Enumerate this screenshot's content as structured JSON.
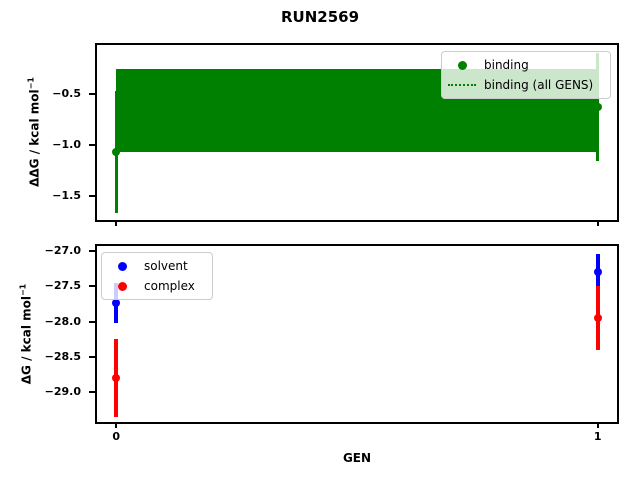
{
  "title": "RUN2569",
  "labels": {
    "top_ylabel_main": "ΔΔG / kcal mol",
    "bottom_ylabel_main": "ΔG / kcal mol",
    "ylabel_sup": "−1",
    "xlabel": "GEN"
  },
  "colors": {
    "binding": "#008000",
    "solvent": "#0000ff",
    "complex": "#ff0000",
    "axis": "#000000",
    "legend_edge": "#cccccc",
    "background": "#ffffff"
  },
  "chart_data": [
    {
      "type": "scatter",
      "subplot": "top",
      "title": "RUN2569",
      "ylabel": "ΔΔG / kcal mol⁻¹",
      "xlabel": "",
      "x": [
        0,
        1
      ],
      "xlim": [
        -0.04,
        1.04
      ],
      "ylim": [
        -1.74,
        -0.02
      ],
      "grid": false,
      "legend_position": "upper right",
      "series": [
        {
          "name": "binding",
          "color": "#008000",
          "marker": "circle",
          "lw": 3,
          "values": [
            -1.07,
            -0.63
          ],
          "errors": [
            0.6,
            0.53
          ]
        },
        {
          "name": "binding (all GENS)",
          "color": "#008000",
          "style": "dotted",
          "center": -0.67,
          "band": [
            -1.07,
            -0.26
          ],
          "x_range": [
            0,
            1
          ]
        }
      ],
      "yticks": [
        {
          "v": -0.5,
          "label": "−0.5"
        },
        {
          "v": -1.0,
          "label": "−1.0"
        },
        {
          "v": -1.5,
          "label": "−1.5"
        }
      ],
      "xticks": [
        {
          "v": 0,
          "label": "0"
        },
        {
          "v": 1,
          "label": "1"
        }
      ],
      "show_xtick_labels": false
    },
    {
      "type": "scatter",
      "subplot": "bottom",
      "ylabel": "ΔG / kcal mol⁻¹",
      "xlabel": "GEN",
      "x": [
        0,
        1
      ],
      "xlim": [
        -0.04,
        1.04
      ],
      "ylim": [
        -29.42,
        -26.93
      ],
      "grid": false,
      "legend_position": "upper left",
      "series": [
        {
          "name": "solvent",
          "color": "#0000ff",
          "marker": "circle",
          "lw": 4,
          "values": [
            -27.74,
            -27.3
          ],
          "errors": [
            0.28,
            0.25
          ]
        },
        {
          "name": "complex",
          "color": "#ff0000",
          "marker": "circle",
          "lw": 4,
          "values": [
            -28.8,
            -27.95
          ],
          "errors": [
            0.55,
            0.45
          ]
        }
      ],
      "yticks": [
        {
          "v": -27.0,
          "label": "−27.0"
        },
        {
          "v": -27.5,
          "label": "−27.5"
        },
        {
          "v": -28.0,
          "label": "−28.0"
        },
        {
          "v": -28.5,
          "label": "−28.5"
        },
        {
          "v": -29.0,
          "label": "−29.0"
        }
      ],
      "xticks": [
        {
          "v": 0,
          "label": "0"
        },
        {
          "v": 1,
          "label": "1"
        }
      ],
      "show_xtick_labels": true
    }
  ]
}
